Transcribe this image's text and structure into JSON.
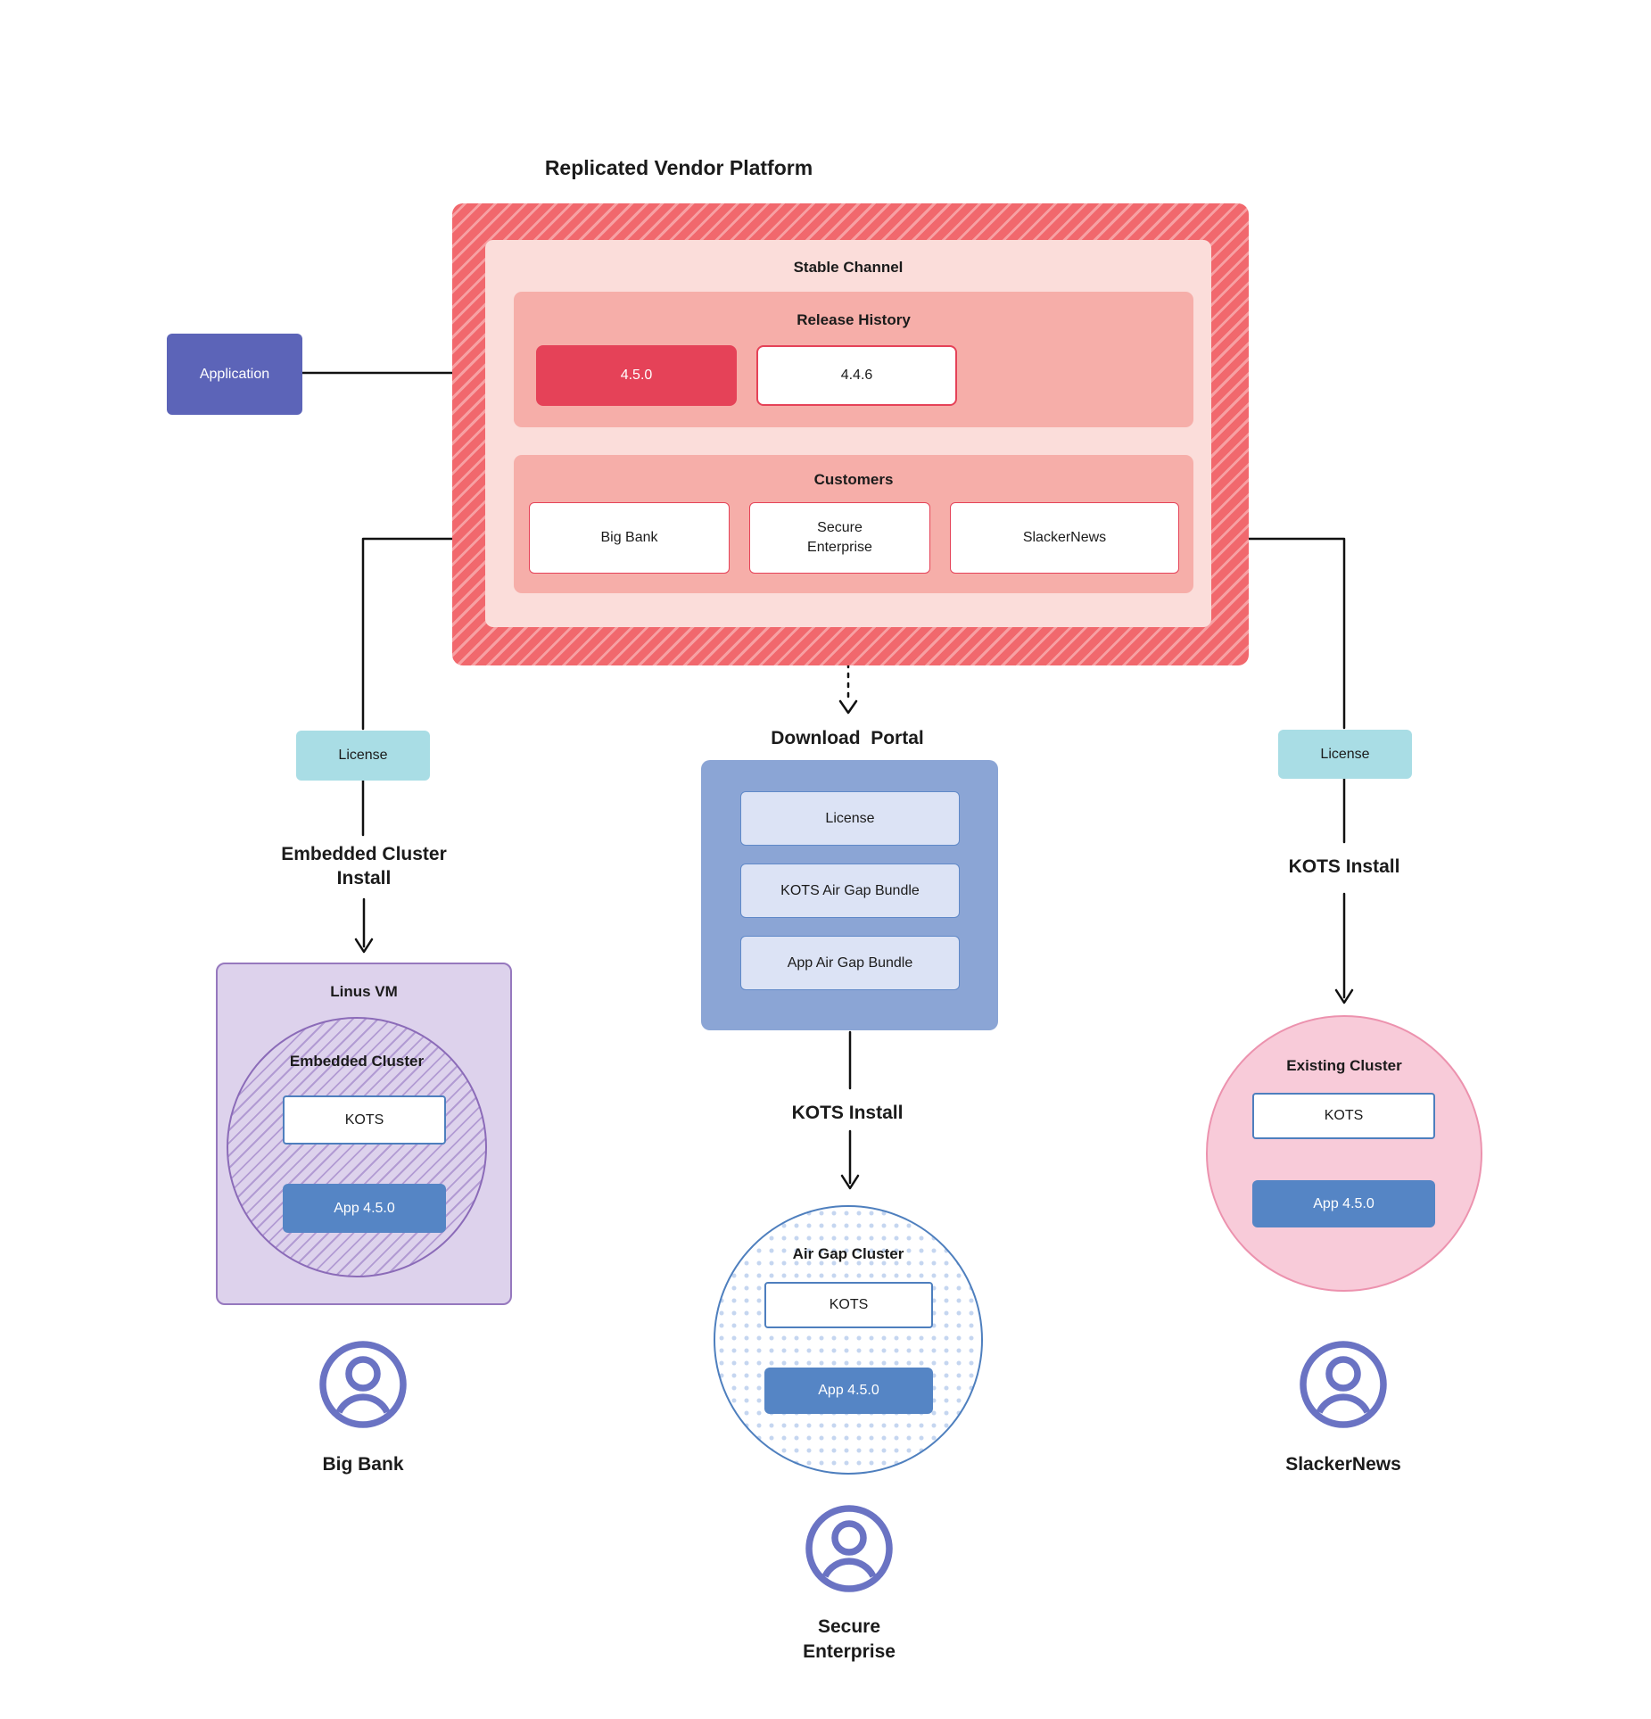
{
  "title": "Replicated Vendor Platform",
  "application": {
    "label": "Application"
  },
  "platform": {
    "stable_channel_label": "Stable Channel",
    "release_history_label": "Release History",
    "release_current": "4.5.0",
    "release_previous": "4.4.6",
    "customers_label": "Customers",
    "customers": [
      "Big Bank",
      "Secure Enterprise",
      "SlackerNews"
    ]
  },
  "download_portal": {
    "title": "Download  Portal",
    "items": [
      "License",
      "KOTS Air Gap Bundle",
      "App Air Gap Bundle"
    ]
  },
  "left_flow": {
    "license": "License",
    "install": "Embedded Cluster Install",
    "vm": "Linus VM",
    "cluster": "Embedded Cluster",
    "kots": "KOTS",
    "app": "App 4.5.0",
    "user": "Big Bank"
  },
  "middle_flow": {
    "install": "KOTS Install",
    "cluster": "Air Gap Cluster",
    "kots": "KOTS",
    "app": "App 4.5.0",
    "user": "Secure Enterprise"
  },
  "right_flow": {
    "license": "License",
    "install": "KOTS Install",
    "cluster": "Existing Cluster",
    "kots": "KOTS",
    "app": "App 4.5.0",
    "user": "SlackerNews"
  },
  "colors": {
    "release_red": "#E54258",
    "hatch_red": "#F1686D",
    "salmon": "#F6AEA9",
    "light_pink": "#FBDDDA",
    "application_indigo": "#5C64B8",
    "license_teal": "#A9DDE5",
    "portal_blue": "#8BA5D5",
    "bundle_lavender": "#DCE3F5",
    "app_steel_blue": "#5585C5",
    "vm_purple_border": "#9678BE",
    "vm_lavender": "#DDD2EC",
    "existing_pink": "#F8CBD9",
    "person_indigo": "#6A73C3"
  }
}
